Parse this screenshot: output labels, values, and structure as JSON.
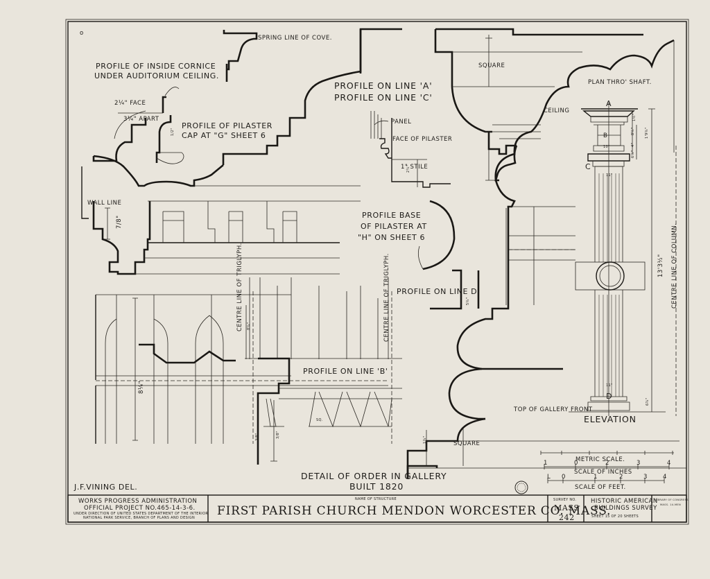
{
  "sheet": {
    "labels": {
      "spring_line": "SPRING LINE OF COVE.",
      "inside_cornice_1": "PROFILE OF INSIDE CORNICE",
      "inside_cornice_2": "UNDER AUDITORIUM CEILING.",
      "face": "2¼\" FACE",
      "apart": "3¼\" APART",
      "pilaster_cap_1": "PROFILE OF PILASTER",
      "pilaster_cap_2": "CAP AT \"G\" SHEET 6",
      "profile_a": "PROFILE ON LINE 'A'",
      "profile_c": "PROFILE ON LINE 'C'",
      "panel": "PANEL",
      "face_of_pilaster": "FACE OF PILASTER",
      "stile": "1\" STILE",
      "square_top": "SQUARE",
      "plan_thro_shaft": "PLAN THRO' SHAFT.",
      "ceiling": "CEILING",
      "wall_line": "WALL LINE",
      "profile_base_1": "PROFILE BASE",
      "profile_base_2": "OF PILASTER AT",
      "profile_base_3": "\"H\" ON SHEET 6",
      "profile_d": "PROFILE ON LINE D",
      "centre_triglyph_a": "CENTRE LINE OF TRIGLYPH.",
      "centre_triglyph_b": "CENTRE LINE OF TRIGLYPH.",
      "profile_b": "PROFILE ON LINE 'B'",
      "sq": "SQ.",
      "square_bottom": "SQUARE",
      "top_gallery_front": "TOP OF GALLERY FRONT",
      "elevation": "ELEVATION",
      "centre_column": "CENTRE LINE OF COLUMN.",
      "corner_mark": "o"
    },
    "dimensions": {
      "d_wall": "7/8\"",
      "d_stile": "2¼\"",
      "d_cap_half": "1/2\"",
      "d_d": "5¾\"",
      "d_triglyph": "8¼\"",
      "d_left": "8¼\"",
      "d_bottom_left": "3/8\"",
      "d_bottom_mid": "3/8\"",
      "d_square": "1¾\"",
      "d_col_total": "13'3½\"",
      "d_cap_1": "8¼\"",
      "d_cap_2": "1'9¾\"",
      "d_cap_3": "4\"",
      "d_cap_4": "6¾\"",
      "d_cap_5": "10\"",
      "d_shaft": "11\"",
      "d_base": "6¾\"",
      "d_cap_top": "1½\"",
      "point_a": "A",
      "point_b": "B",
      "point_c": "C",
      "point_d": "D"
    },
    "scales": {
      "metric": "METRIC SCALE.",
      "inches": "SCALE OF INCHES",
      "feet": "SCALE OF FEET.",
      "inch_ticks": [
        "1",
        "0",
        "2",
        "3",
        "4"
      ],
      "feet_ticks": [
        "L",
        "0",
        "1",
        "2",
        "3",
        "4"
      ]
    },
    "detail_title": "DETAIL OF ORDER IN GALLERY",
    "built": "BUILT 1820",
    "delineator": "J.F.VINING DEL."
  },
  "title_block": {
    "wpa_line1": "WORKS PROGRESS ADMINISTRATION",
    "wpa_line2": "OFFICIAL PROJECT NO.465-14-3-6.",
    "wpa_line3": "UNDER DIRECTION OF UNITED STATES DEPARTMENT OF THE INTERIOR",
    "wpa_line4": "NATIONAL PARK SERVICE, BRANCH OF PLANS AND DESIGN",
    "name_caption": "NAME OF STRUCTURE",
    "structure_name": "FIRST PARISH CHURCH MENDON WORCESTER CO. MASS.",
    "survey_caption": "SURVEY NO.",
    "survey_state": "MASS",
    "survey_number": "242",
    "habs_line1": "HISTORIC AMERICAN",
    "habs_line2": "BUILDINGS SURVEY",
    "sheet_info": "SHEET 15 OF 20 SHEETS",
    "library_line1": "LIBRARY OF CONGRESS",
    "library_line2": "MASS. 14-MEN"
  }
}
